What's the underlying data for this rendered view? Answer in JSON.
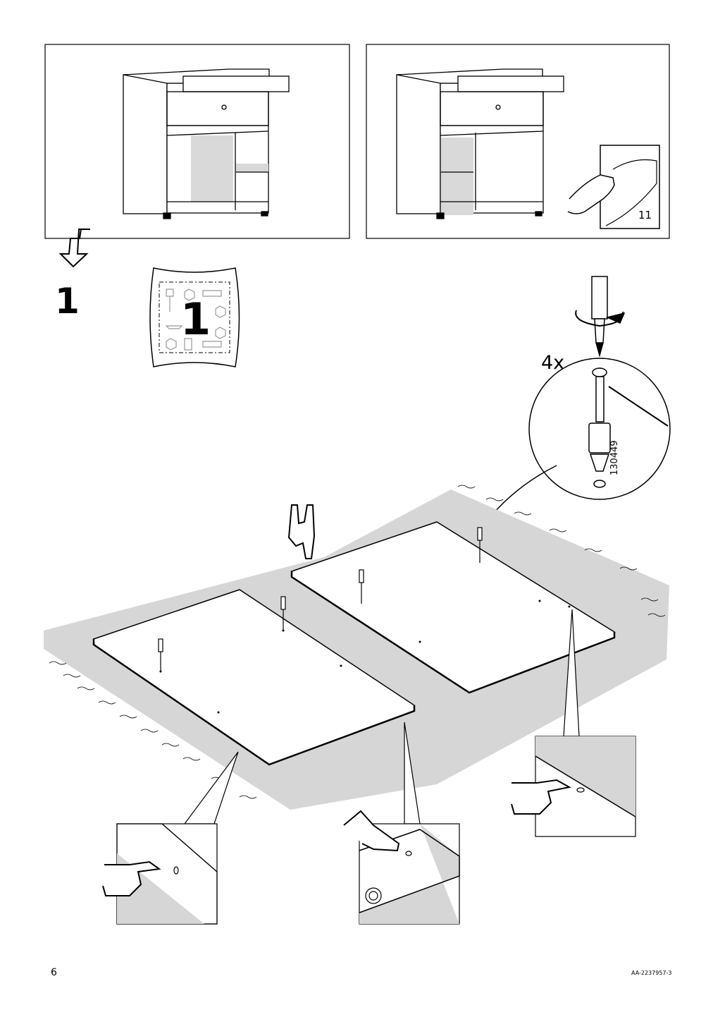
{
  "step": {
    "number": "1"
  },
  "hardware_bag": {
    "number": "1"
  },
  "detail": {
    "count": "4x",
    "part_number": "130449"
  },
  "reference": {
    "page": "11"
  },
  "footer": {
    "page_number": "6",
    "document_code": "AA-2237957-3"
  }
}
